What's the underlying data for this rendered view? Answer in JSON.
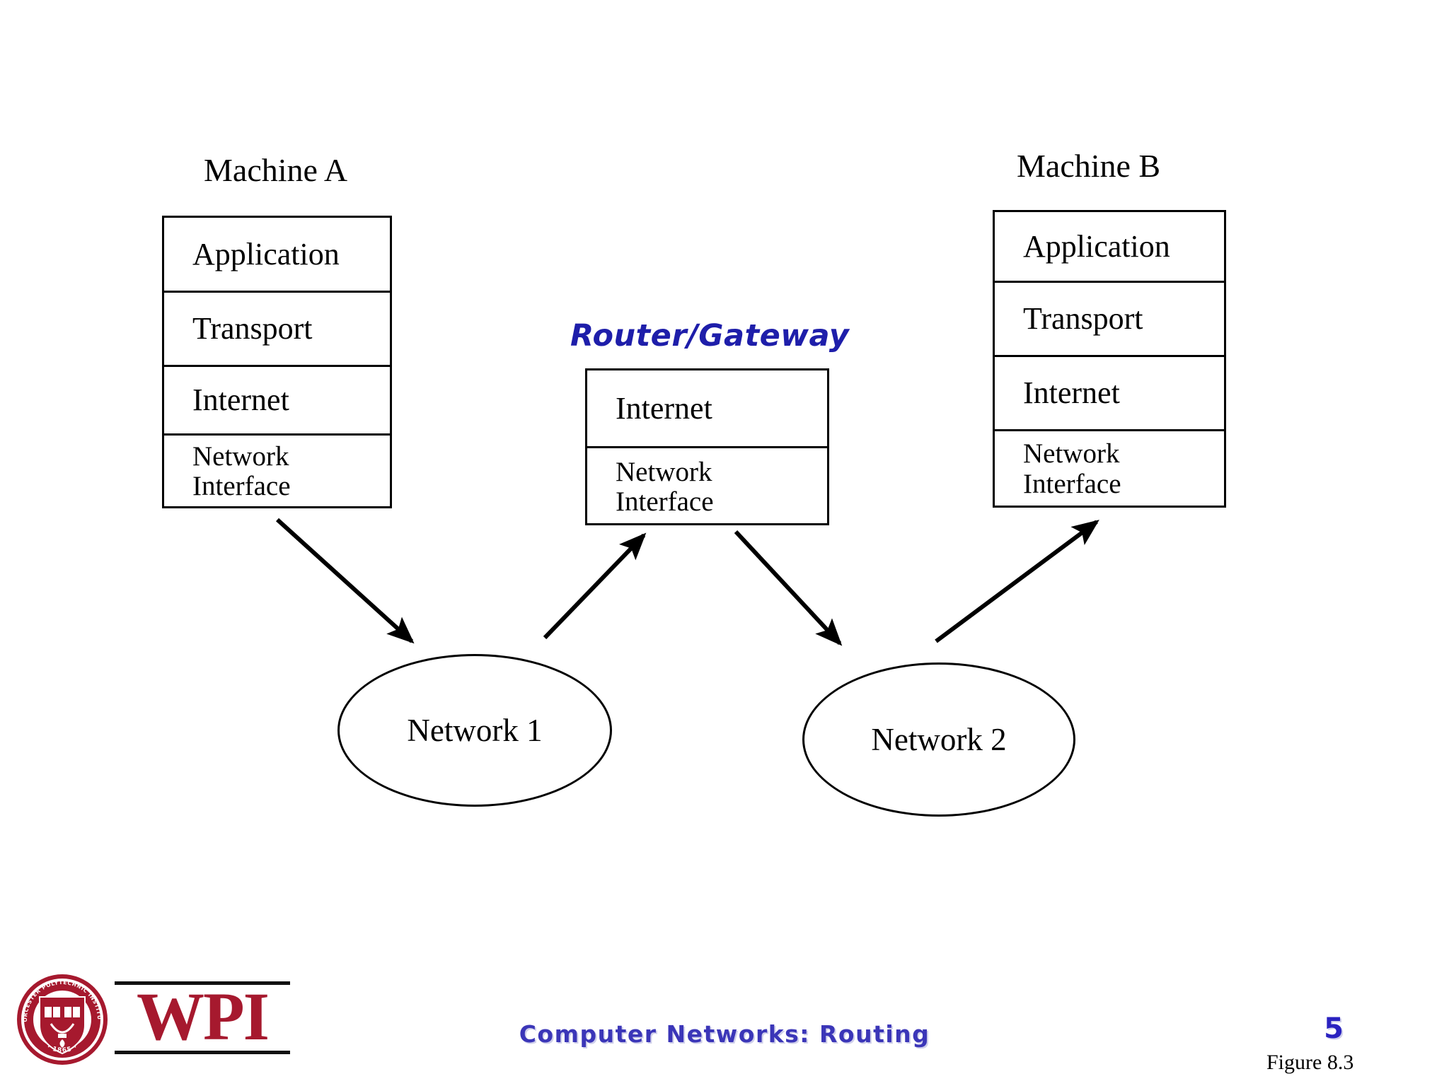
{
  "slide": {
    "footer_title": "Computer Networks: Routing",
    "page_number": "5",
    "figure_caption": "Figure 8.3",
    "accent_color": "#3b36b8",
    "heading_color": "#1e1eaa",
    "logo_color": "#a6192e",
    "line_color": "#000000"
  },
  "logo": {
    "wordmark": "WPI",
    "seal_outer_text": "WORCESTER POLYTECHNIC INSTITUTE",
    "seal_year": "1865"
  },
  "diagram": {
    "machine_a": {
      "title": "Machine A",
      "layers": [
        {
          "label": "Application"
        },
        {
          "label": "Transport"
        },
        {
          "label": "Internet"
        },
        {
          "label": "Network\nInterface"
        }
      ]
    },
    "machine_b": {
      "title": "Machine B",
      "layers": [
        {
          "label": "Application"
        },
        {
          "label": "Transport"
        },
        {
          "label": "Internet"
        },
        {
          "label": "Network\nInterface"
        }
      ]
    },
    "router": {
      "title": "Router/Gateway",
      "layers": [
        {
          "label": "Internet"
        },
        {
          "label": "Network\nInterface"
        }
      ]
    },
    "networks": [
      {
        "label": "Network 1"
      },
      {
        "label": "Network 2"
      }
    ],
    "arrows": [
      {
        "name": "machine-a-to-network-1",
        "from": "Machine A Network Interface",
        "to": "Network 1"
      },
      {
        "name": "network-1-to-router",
        "from": "Network 1",
        "to": "Router Network Interface"
      },
      {
        "name": "router-to-network-2",
        "from": "Router Network Interface",
        "to": "Network 2"
      },
      {
        "name": "network-2-to-machine-b",
        "from": "Network 2",
        "to": "Machine B Network Interface"
      }
    ]
  }
}
